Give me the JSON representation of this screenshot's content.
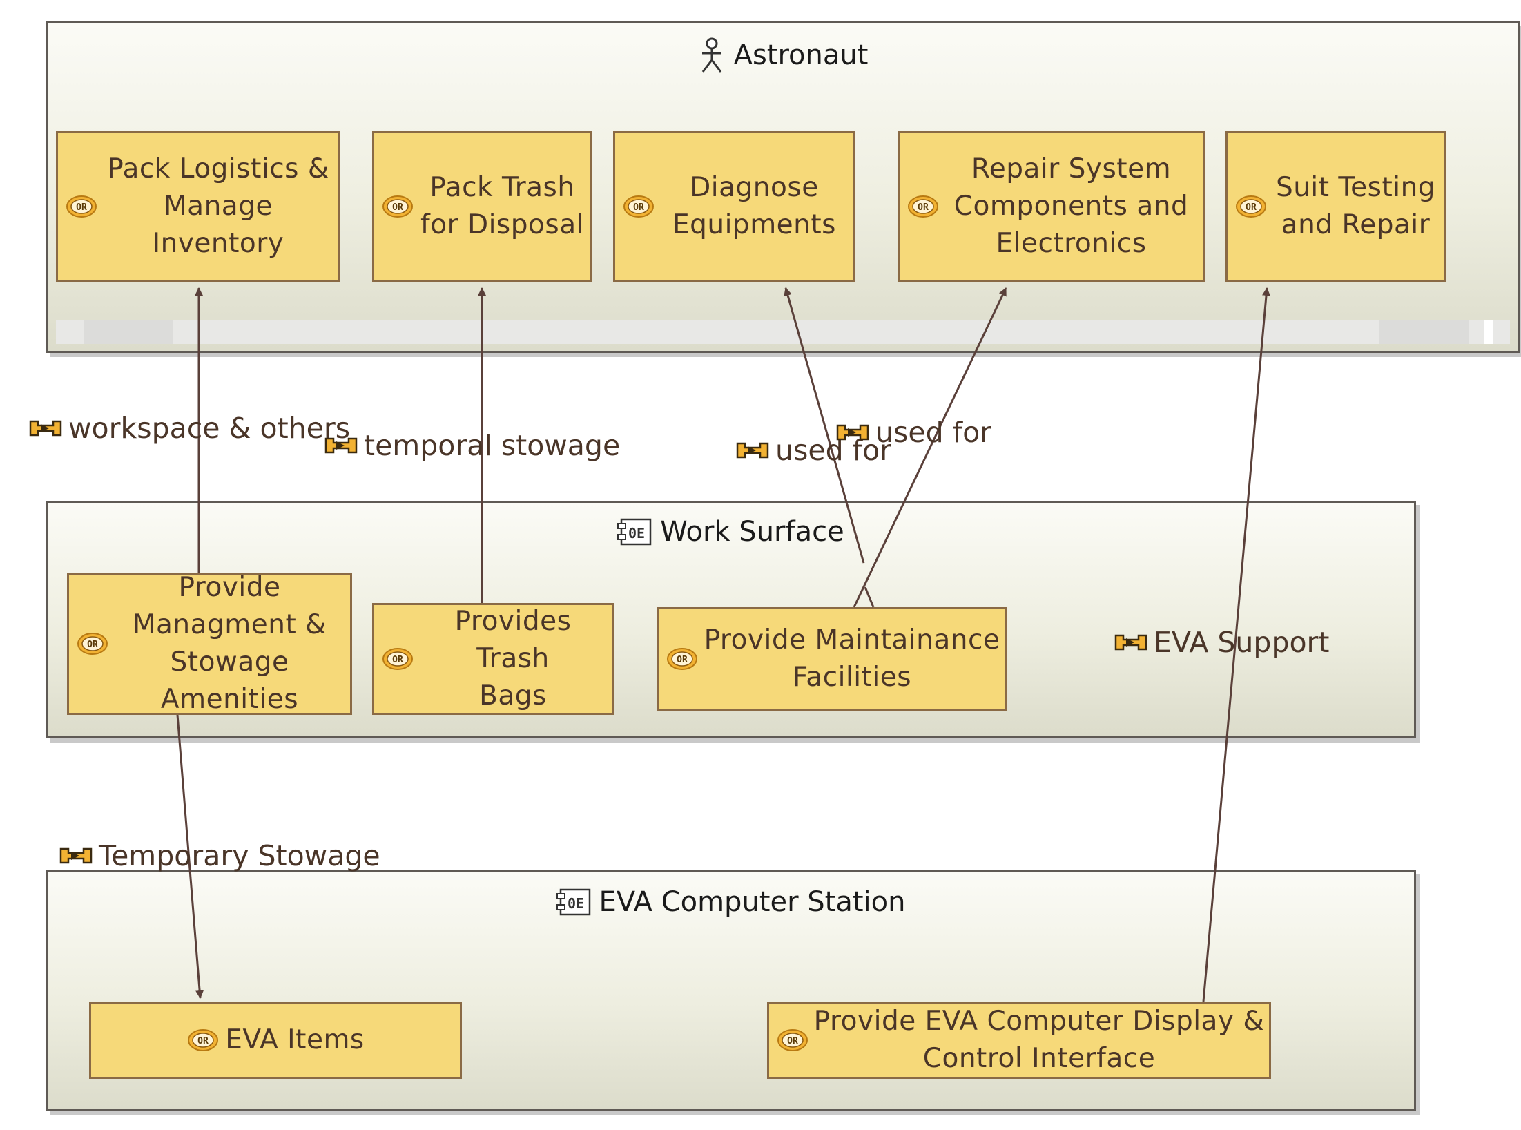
{
  "actor": {
    "title": "Astronaut",
    "icon": "actor-stick-figure-icon"
  },
  "actor_functions": [
    {
      "label": "Pack Logistics &\nManage Inventory"
    },
    {
      "label": "Pack Trash\nfor Disposal"
    },
    {
      "label": "Diagnose\nEquipments"
    },
    {
      "label": "Repair System\nComponents and\nElectronics"
    },
    {
      "label": "Suit Testing\nand Repair"
    }
  ],
  "work_surface": {
    "title": "Work Surface",
    "icon": "physical-component-icon",
    "functions": [
      {
        "label": "Provide\nManagment &\nStowage Amenities"
      },
      {
        "label": "Provides Trash\nBags"
      },
      {
        "label": "Provide Maintainance\nFacilities"
      }
    ]
  },
  "eva_station": {
    "title": "EVA Computer Station",
    "icon": "physical-component-icon",
    "functions": [
      {
        "label": "EVA Items"
      },
      {
        "label": "Provide EVA Computer Display &\nControl Interface"
      }
    ]
  },
  "exchanges": [
    {
      "label": "workspace & others"
    },
    {
      "label": "temporal stowage"
    },
    {
      "label": "used for"
    },
    {
      "label": "used for"
    },
    {
      "label": "EVA Support"
    },
    {
      "label": "Temporary Stowage"
    }
  ],
  "function_icon": "function-or-icon",
  "exchange_icon": "functional-exchange-icon",
  "colors": {
    "function_fill": "#f6d979",
    "function_border": "#8a6a45",
    "edge": "#5a403a",
    "container_border": "#5f5a55"
  }
}
